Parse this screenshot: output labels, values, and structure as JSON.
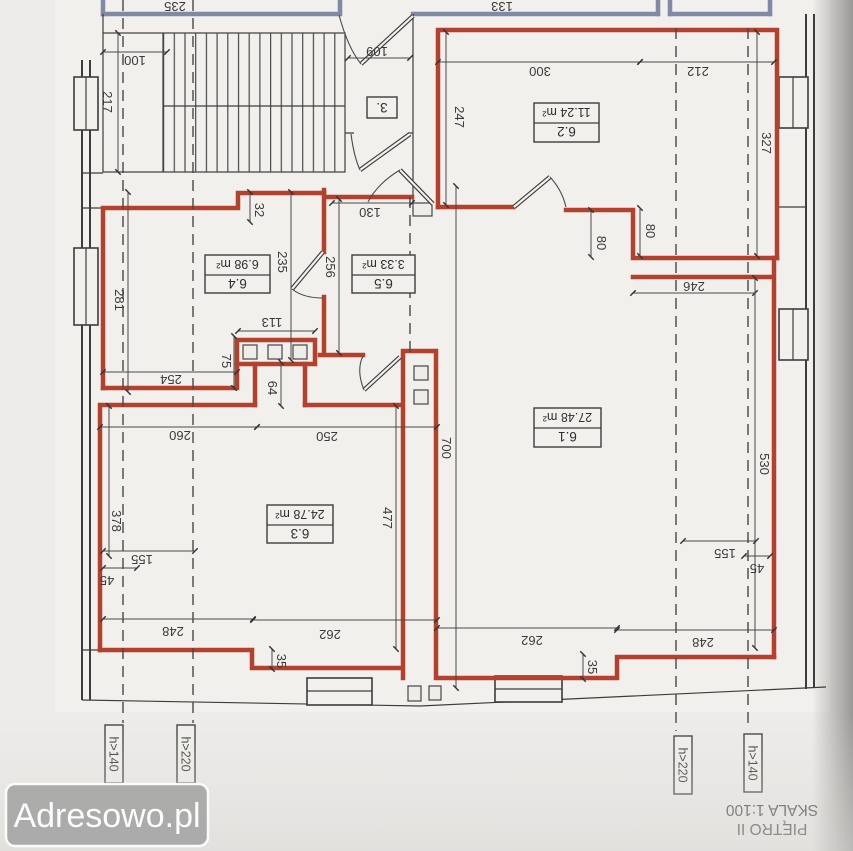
{
  "plan": {
    "watermark": "Adresowo.pl",
    "caption": {
      "floor": "PIĘTRO II",
      "scale": "SKALA 1:100"
    },
    "staircase_label": "3.",
    "rooms": [
      {
        "no": "6.1",
        "area": "27.48 m²"
      },
      {
        "no": "6.2",
        "area": "11.24 m²"
      },
      {
        "no": "6.3",
        "area": "24.78 m²"
      },
      {
        "no": "6.4",
        "area": "6.98 m²"
      },
      {
        "no": "6.5",
        "area": "3.33 m²"
      }
    ],
    "heights": {
      "left_outer": "h>140",
      "left_inner": "h>220",
      "right_inner": "h>220",
      "right_outer": "h>140"
    },
    "dims": {
      "top_left": "235",
      "top_mid": "133",
      "stair_width": "100",
      "stair_length": "217",
      "stair_door": "109",
      "r62_top_left": "300",
      "r62_top_right": "212",
      "r62_left": "247",
      "r62_right": "327",
      "jamb_a": "80",
      "jamb_b": "80",
      "r61_top_right": "246",
      "r65_top": "130",
      "r65_left": "256",
      "hall": "235",
      "step": "32",
      "r64_left": "281",
      "niche": "113",
      "niche_side": "75",
      "passage": "64",
      "r64_bottom": "254",
      "r63_top_left": "260",
      "r63_top_right": "250",
      "r61_center": "700",
      "r63_right": "477",
      "r61_right": "530",
      "left_155": "155",
      "left_45": "45",
      "left_378": "378",
      "bottom_left_248": "248",
      "bottom_left_262": "262",
      "bottom_left_35": "35",
      "bottom_right_262": "262",
      "bottom_right_248": "248",
      "bottom_right_35": "35",
      "right_155": "155",
      "right_45": "45"
    },
    "colors": {
      "apartment_wall": "#b4402e",
      "neighbor_wall": "#8288a8",
      "ink": "#3d3d3d",
      "paper": "#edecea"
    }
  }
}
